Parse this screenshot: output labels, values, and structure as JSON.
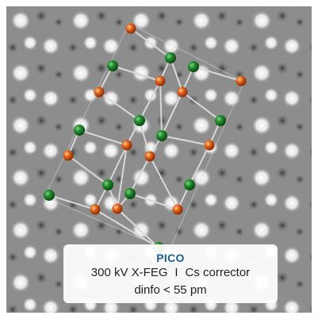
{
  "image": {
    "subject": "crystal lattice model over atomic-resolution micrograph",
    "background_color": "#8d8d8d",
    "atom_colors": {
      "green": "#1f8a2a",
      "orange": "#e0601a"
    },
    "bond_color": "#d8d8d8"
  },
  "caption": {
    "title": "PICO",
    "title_color": "#1b5f8c",
    "spec_part1": "300 kV X-FEG",
    "separator": "I",
    "spec_part2": "Cs corrector",
    "spec_line2": "dinfo < 55 pm"
  }
}
